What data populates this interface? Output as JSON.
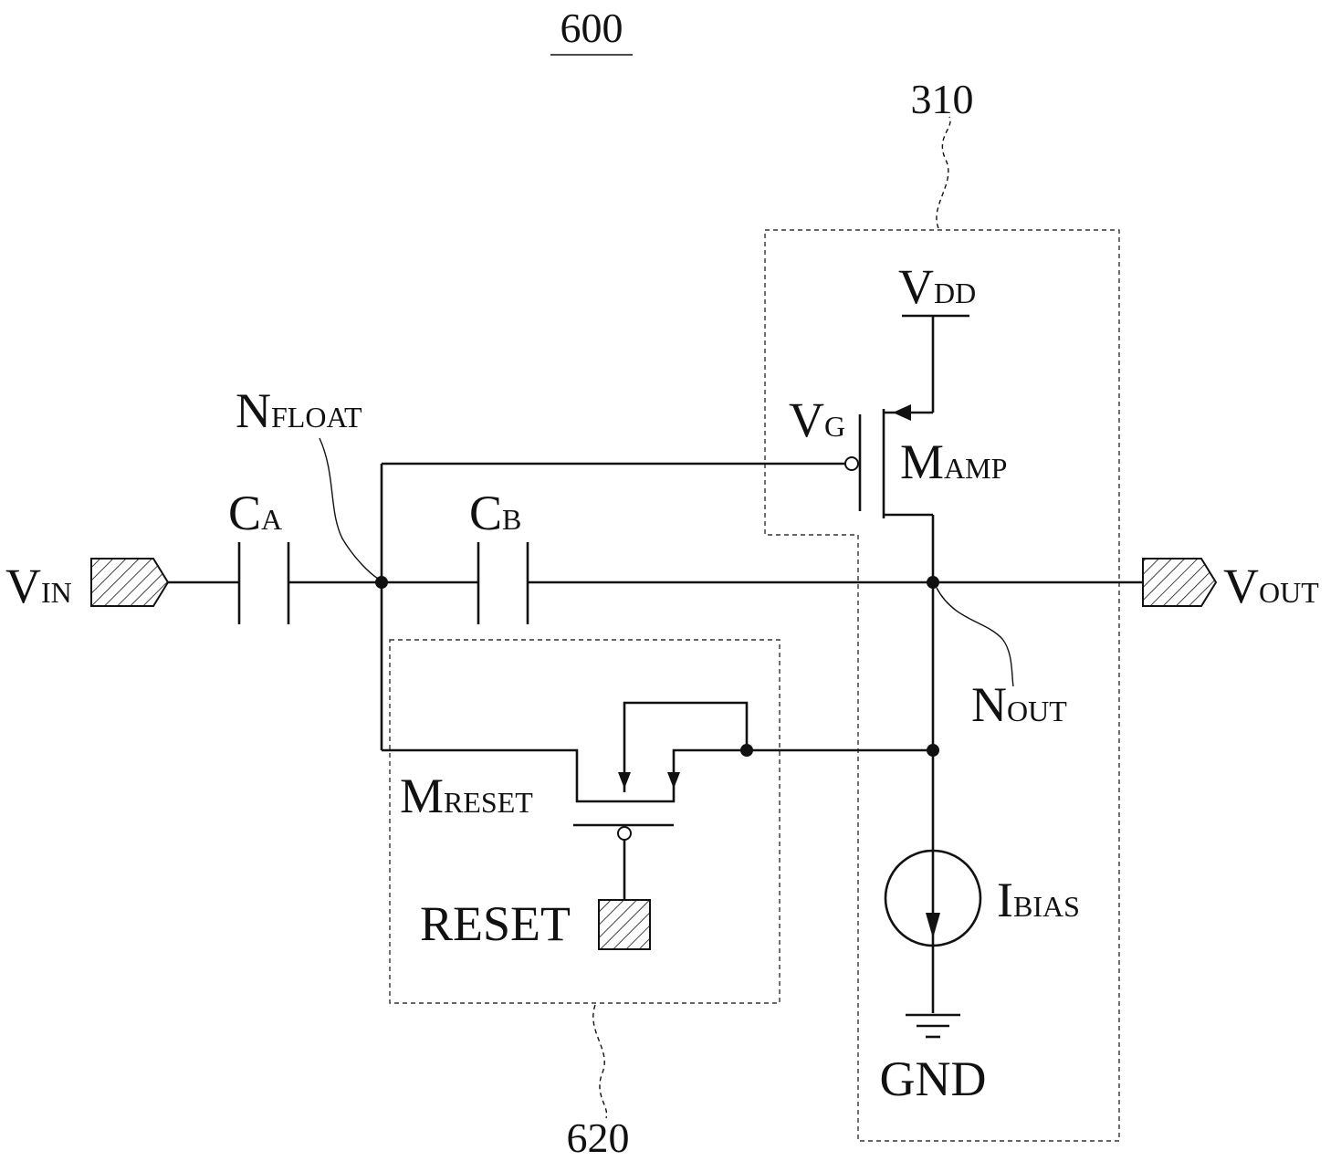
{
  "figure_label": "600",
  "blocks": {
    "amp_block": "310",
    "reset_block": "620"
  },
  "ports": {
    "vin": {
      "main": "V",
      "sub": "IN"
    },
    "vout": {
      "main": "V",
      "sub": "OUT"
    },
    "reset": "RESET"
  },
  "components": {
    "ca": {
      "main": "C",
      "sub": "A"
    },
    "cb": {
      "main": "C",
      "sub": "B"
    },
    "mamp": {
      "main": "M",
      "sub": "AMP"
    },
    "mreset": {
      "main": "M",
      "sub": "RESET"
    },
    "ibias": {
      "main": "I",
      "sub": "BIAS"
    }
  },
  "nodes": {
    "nfloat": {
      "main": "N",
      "sub": "FLOAT"
    },
    "nout": {
      "main": "N",
      "sub": "OUT"
    },
    "vg": {
      "main": "V",
      "sub": "G"
    },
    "vdd": {
      "main": "V",
      "sub": "DD"
    },
    "gnd": "GND"
  },
  "colors": {
    "line": "#111111",
    "background": "#ffffff"
  }
}
